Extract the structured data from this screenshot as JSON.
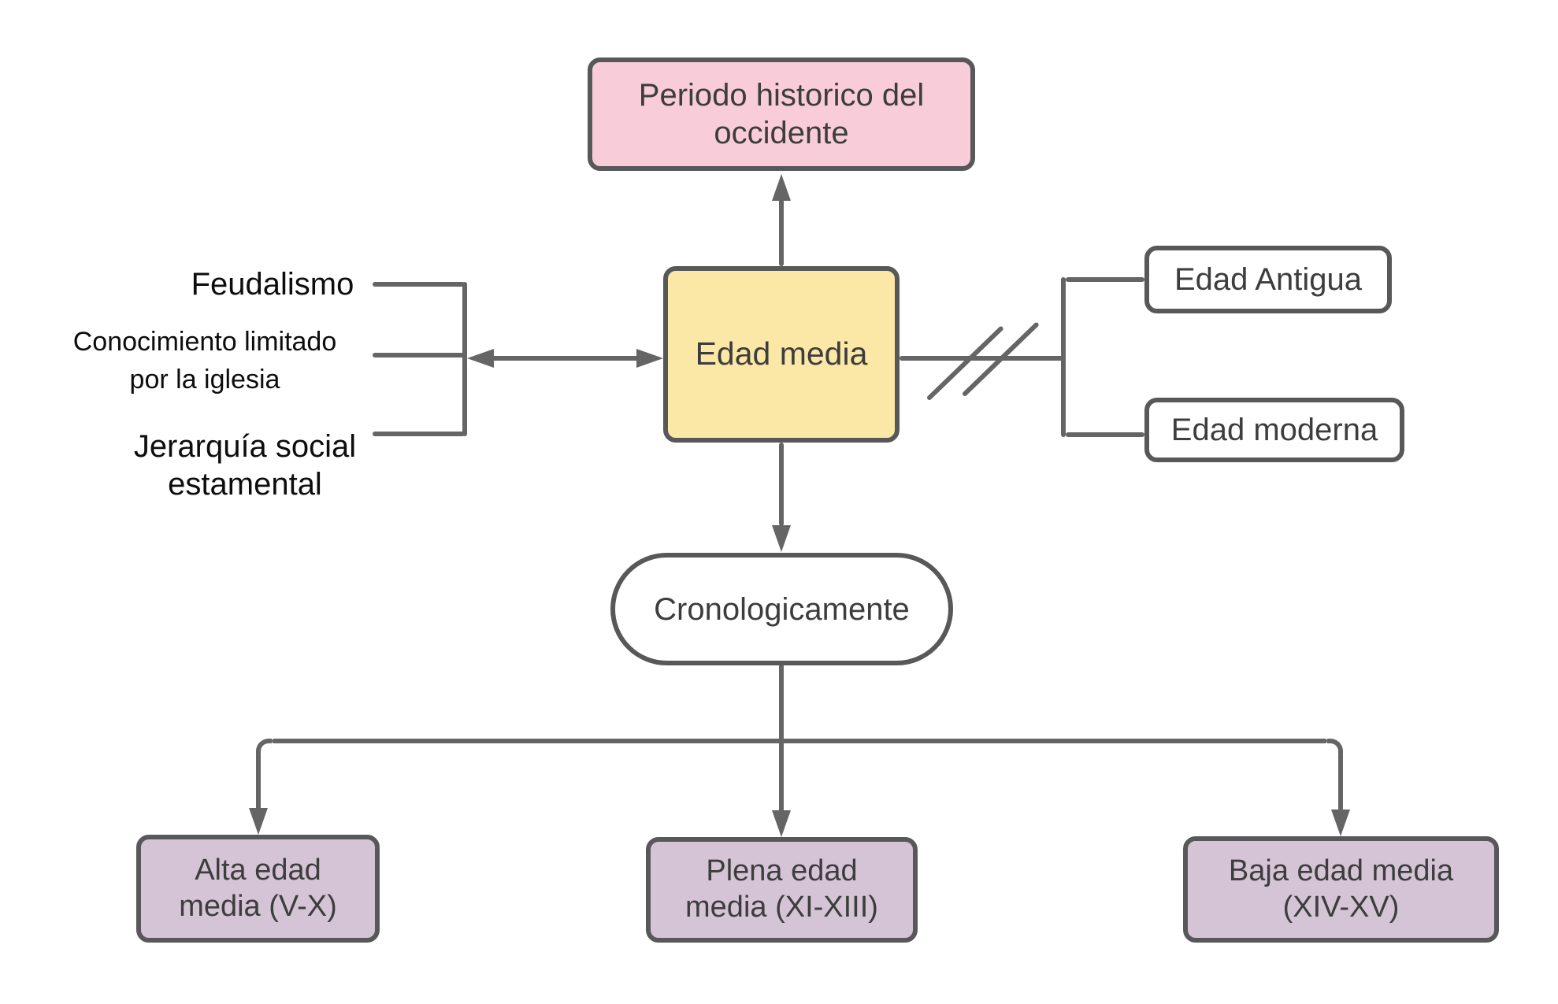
{
  "diagram": {
    "title_node": "Edad media",
    "nodes": {
      "periodo": {
        "label": "Periodo historico del occidente",
        "fill": "#f8cdd9",
        "shape": "rounded-rectangle"
      },
      "edad_media": {
        "label": "Edad media",
        "fill": "#fbe7a6",
        "shape": "rounded-rectangle"
      },
      "edad_antigua": {
        "label": "Edad Antigua",
        "fill": "#ffffff",
        "shape": "rounded-rectangle"
      },
      "edad_moderna": {
        "label": "Edad moderna",
        "fill": "#ffffff",
        "shape": "rounded-rectangle"
      },
      "cronologicamente": {
        "label": "Cronologicamente",
        "fill": "#ffffff",
        "shape": "stadium"
      },
      "alta": {
        "label": "Alta edad media (V-X)",
        "fill": "#d5c4d6",
        "shape": "rounded-rectangle"
      },
      "plena": {
        "label": "Plena edad media (XI-XIII)",
        "fill": "#d5c4d6",
        "shape": "rounded-rectangle"
      },
      "baja": {
        "label": "Baja edad media (XIV-XV)",
        "fill": "#d5c4d6",
        "shape": "rounded-rectangle"
      }
    },
    "text_labels": {
      "feudalismo": "Feudalismo",
      "conocimiento": "Conocimiento limitado por la iglesia",
      "jerarquia": "Jerarquía social estamental"
    },
    "connectors": [
      "edad_media -> periodo (arrow up)",
      "edad_media <-> left characteristics bracket (double arrow)",
      "edad_media -// right bracket -> edad_antigua / edad_moderna (crossed line)",
      "edad_media -> cronologicamente (arrow down)",
      "cronologicamente -> alta / plena / baja (three arrows down)"
    ],
    "colors": {
      "node_border": "#58585a",
      "connector_line": "#656565",
      "node_text": "#3d3d3d",
      "label_text": "#0d0d0d",
      "pink_fill": "#f8cdd9",
      "yellow_fill": "#fbe7a6",
      "purple_fill": "#d5c4d6",
      "white_fill": "#ffffff",
      "background": "#ffffff"
    }
  }
}
